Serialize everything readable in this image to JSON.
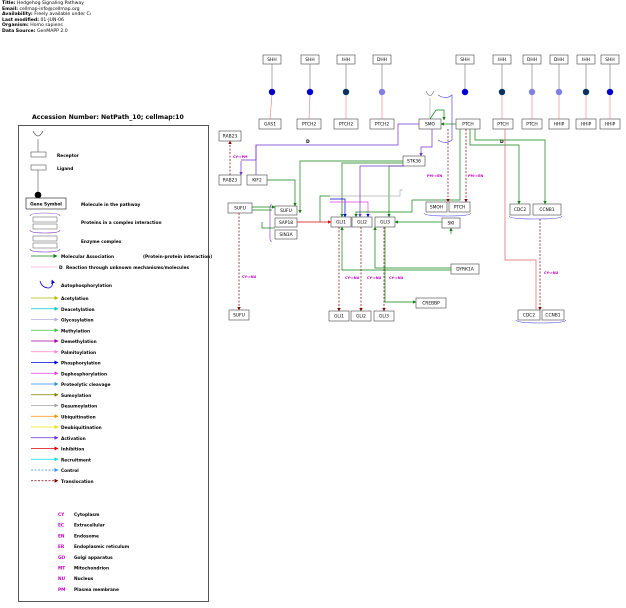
{
  "header": {
    "title_label": "Title:",
    "title": "Hedgehog Signaling Pathway",
    "email_label": "Email:",
    "email": "cellmap-info@cellmap.org",
    "availability_label": "Availability:",
    "availability": "Freely available under Cı",
    "modified_label": "Last modified:",
    "modified": "01-JUN-06",
    "organism_label": "Organism:",
    "organism": "Homo sapiens",
    "source_label": "Data Source:",
    "source": "GenMAPP 2.0"
  },
  "accession": "Accession Number: NetPath_10; cellmap:10",
  "legend": {
    "receptor": "Receptor",
    "ligand": "Ligand",
    "gene_symbol_box": "Gene Symbol",
    "molecule": "Molecule in the pathway",
    "complex": "Proteins in a complex interaction",
    "enzyme_complex": "Enzyme complex",
    "molecular_association": "Molecular Association",
    "ppi": "(Protein-protein interaction)",
    "unknown_marker": "D",
    "unknown": "Reaction through unknown mechanisms/molecules",
    "autophosphorylation": "Autophosphorylation",
    "reactions": [
      {
        "label": "Acetylation",
        "color": "#b5b800",
        "dashed": false
      },
      {
        "label": "Deacetylation",
        "color": "#00c8d0",
        "dashed": false
      },
      {
        "label": "Glycosylation",
        "color": "#b0b0e0",
        "dashed": false
      },
      {
        "label": "Methylation",
        "color": "#40c040",
        "dashed": false
      },
      {
        "label": "Demethylation",
        "color": "#a000a0",
        "dashed": false
      },
      {
        "label": "Palmitoylation",
        "color": "#ff88cc",
        "dashed": false
      },
      {
        "label": "Phosphorylation",
        "color": "#0000e0",
        "dashed": false
      },
      {
        "label": "Dephosphorylation",
        "color": "#e040e0",
        "dashed": false
      },
      {
        "label": "Proteolytic cleavage",
        "color": "#2090e0",
        "dashed": false
      },
      {
        "label": "Sumoylation",
        "color": "#808000",
        "dashed": false
      },
      {
        "label": "Desumoylation",
        "color": "#a0a0a0",
        "dashed": false
      },
      {
        "label": "Ubiquitination",
        "color": "#ff9000",
        "dashed": false
      },
      {
        "label": "Deubiquitination",
        "color": "#f0e000",
        "dashed": false
      },
      {
        "label": "Activation",
        "color": "#7030d0",
        "dashed": false
      },
      {
        "label": "Inhibition",
        "color": "#e00000",
        "dashed": false
      },
      {
        "label": "Recruitment",
        "color": "#00e0e0",
        "dashed": false
      },
      {
        "label": "Control",
        "color": "#3090ff",
        "dashed": true
      },
      {
        "label": "Translocation",
        "color": "#800000",
        "dashed": true
      }
    ],
    "locations": [
      {
        "code": "CY",
        "name": "Cytoplasm"
      },
      {
        "code": "EC",
        "name": "Extracellular"
      },
      {
        "code": "EN",
        "name": "Endosome"
      },
      {
        "code": "ER",
        "name": "Endoplasmic reticulum"
      },
      {
        "code": "GO",
        "name": "Golgi apparatus"
      },
      {
        "code": "MT",
        "name": "Mitochondrion"
      },
      {
        "code": "NU",
        "name": "Nucleus"
      },
      {
        "code": "PM",
        "name": "Plasma membrane"
      }
    ]
  },
  "diagram": {
    "colors": {
      "association": "#108010",
      "translocation": "#800000",
      "activation": "#7030d0",
      "inhibition": "#e00000",
      "phosphorylation": "#0000e0",
      "location_code": "#c000c0"
    },
    "ligands": [
      {
        "label": "SHH",
        "color": "#0000d0"
      },
      {
        "label": "SHH",
        "color": "#0000d0"
      },
      {
        "label": "IHH",
        "color": "#0a3060"
      },
      {
        "label": "DHH",
        "color": "#8080e0"
      },
      {
        "label": "SHH",
        "color": "#0000d0"
      },
      {
        "label": "IHH",
        "color": "#0a3060"
      },
      {
        "label": "DHH",
        "color": "#8080e0"
      },
      {
        "label": "DHH",
        "color": "#8080e0"
      },
      {
        "label": "IHH",
        "color": "#0a3060"
      },
      {
        "label": "SHH",
        "color": "#0000d0"
      }
    ],
    "receptors": [
      "GAS1",
      "PTCH2",
      "PTCH2",
      "PTCH2",
      "SMO",
      "PTCH",
      "PTCH",
      "PTCH",
      "HHIP",
      "HHIP",
      "HHIP"
    ],
    "nodes": {
      "rab23_top": "RAB23",
      "rab23": "RAB23",
      "kif2": "KIF2",
      "stk36": "STK36",
      "sufu": "SUFU",
      "sufu_complex": "SUFU",
      "sap18": "SAP18",
      "sin3a": "SIN3A",
      "gli1": "GLI1",
      "gli2": "GLI2",
      "gli3": "GLI3",
      "ski": "SKI",
      "smoh": "SMOH",
      "ptch_low": "PTCH",
      "cdc2": "CDC2",
      "ccnb1": "CCNB1",
      "dyrk1a": "DYRK1A",
      "crebbp": "CREBBP",
      "sufu_nu": "SUFU",
      "gli1_nu": "GLI1",
      "gli2_nu": "GLI2",
      "gli3_nu": "GLI3",
      "cdc2_nu": "CDC2",
      "ccnb1_nu": "CCNB1"
    },
    "d_markers": [
      "D",
      "D"
    ],
    "translocations": [
      "CY->PM",
      "PM->EN",
      "PM->EN",
      "CY->NU",
      "CY->NU",
      "CY->NU",
      "CY->NU",
      "CY->NU"
    ]
  }
}
